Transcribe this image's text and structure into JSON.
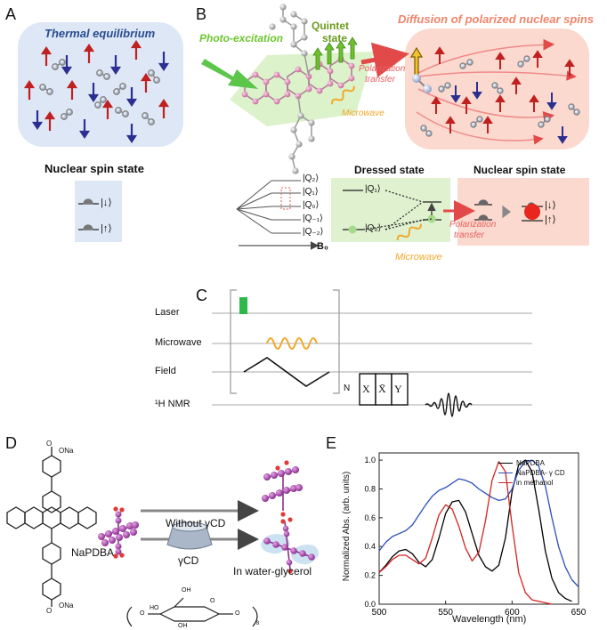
{
  "panels": {
    "a": "A",
    "b": "B",
    "c": "C",
    "d": "D",
    "e": "E"
  },
  "panel_a": {
    "title": "Thermal equilibrium",
    "subtitle": "Nuclear spin state",
    "state_down": "|↓⟩",
    "state_up": "|↑⟩"
  },
  "panel_b": {
    "photo_excitation": "Photo-excitation",
    "quintet_line1": "Quintet",
    "quintet_line2": "state",
    "polarization_transfer_top_1": "Polarization",
    "polarization_transfer_top_2": "transfer",
    "microwave_top": "Microwave",
    "diffusion_title": "Diffusion of polarized nuclear spins",
    "levels": [
      "|Q₂⟩",
      "|Q₁⟩",
      "|Q₀⟩",
      "|Q₋₁⟩",
      "|Q₋₂⟩"
    ],
    "b0": "B₀",
    "dressed_state": "Dressed state",
    "dressed_q1": "|Q₁⟩",
    "dressed_q0": "|Q₀⟩",
    "nuclear_spin_state": "Nuclear spin state",
    "polarization_transfer_bottom_1": "Polarization",
    "polarization_transfer_bottom_2": "transfer",
    "microwave_bottom": "Microwave",
    "state_down": "|↓⟩",
    "state_up": "|↑⟩"
  },
  "panel_c": {
    "rows": [
      "Laser",
      "Microwave",
      "Field",
      "¹H NMR"
    ],
    "repeat": "N",
    "pulses": [
      "X",
      "X̄",
      "Y"
    ]
  },
  "panel_d": {
    "molecule_label": "NaPDBA",
    "without": "Without γCD",
    "gamma_cd": "γCD",
    "solvent": "In water-glycerol",
    "ona_top": "ONa",
    "ona_bottom": "ONa",
    "o_top": "O",
    "o_bottom": "O",
    "oh1": "OH",
    "oh2": "HO",
    "oh3": "OH",
    "o_ring": "O",
    "o_left": "O",
    "o_right": "O",
    "subscript_8": "8"
  },
  "chart_data": {
    "type": "line",
    "xlabel": "Wavelength (nm)",
    "ylabel": "Normalized Abs. (arb. units)",
    "xlim": [
      500,
      650
    ],
    "ylim": [
      0,
      1.05
    ],
    "xticks": [
      500,
      550,
      600,
      650
    ],
    "yticks": [
      0.0,
      0.2,
      0.4,
      0.6,
      0.8,
      1.0
    ],
    "legend_position": "top-right",
    "series": [
      {
        "name": "NaPDBA",
        "color": "#000000",
        "x": [
          500,
          505,
          510,
          515,
          520,
          525,
          530,
          535,
          540,
          545,
          550,
          555,
          560,
          565,
          570,
          575,
          580,
          585,
          590,
          595,
          600,
          605,
          610,
          615,
          620,
          625,
          630,
          635,
          640,
          645
        ],
        "y": [
          0.22,
          0.27,
          0.33,
          0.37,
          0.38,
          0.35,
          0.29,
          0.26,
          0.31,
          0.46,
          0.63,
          0.71,
          0.72,
          0.64,
          0.49,
          0.34,
          0.26,
          0.23,
          0.27,
          0.46,
          0.78,
          0.97,
          1.0,
          0.92,
          0.66,
          0.37,
          0.18,
          0.08,
          0.04,
          0.02
        ]
      },
      {
        "name": "NaPDBA- γ CD",
        "color": "#2a4fb8",
        "x": [
          500,
          505,
          510,
          515,
          520,
          525,
          530,
          535,
          540,
          545,
          550,
          555,
          560,
          565,
          570,
          575,
          580,
          585,
          590,
          595,
          600,
          605,
          610,
          615,
          620,
          625,
          630,
          635,
          640,
          645,
          650
        ],
        "y": [
          0.37,
          0.43,
          0.47,
          0.49,
          0.51,
          0.55,
          0.62,
          0.69,
          0.75,
          0.79,
          0.81,
          0.84,
          0.87,
          0.86,
          0.84,
          0.8,
          0.77,
          0.74,
          0.72,
          0.73,
          0.8,
          0.93,
          0.99,
          1.0,
          0.96,
          0.82,
          0.6,
          0.4,
          0.26,
          0.17,
          0.12
        ]
      },
      {
        "name": "in methanol",
        "color": "#d62222",
        "x": [
          500,
          505,
          510,
          515,
          520,
          525,
          530,
          535,
          540,
          545,
          550,
          555,
          560,
          565,
          570,
          575,
          580,
          585,
          590,
          595,
          600,
          605,
          610,
          615,
          620,
          625,
          630
        ],
        "y": [
          0.22,
          0.26,
          0.31,
          0.34,
          0.34,
          0.31,
          0.28,
          0.32,
          0.46,
          0.62,
          0.69,
          0.66,
          0.54,
          0.39,
          0.3,
          0.36,
          0.58,
          0.86,
          0.99,
          0.92,
          0.55,
          0.22,
          0.08,
          0.03,
          0.02,
          0.01,
          0.0
        ]
      }
    ]
  }
}
